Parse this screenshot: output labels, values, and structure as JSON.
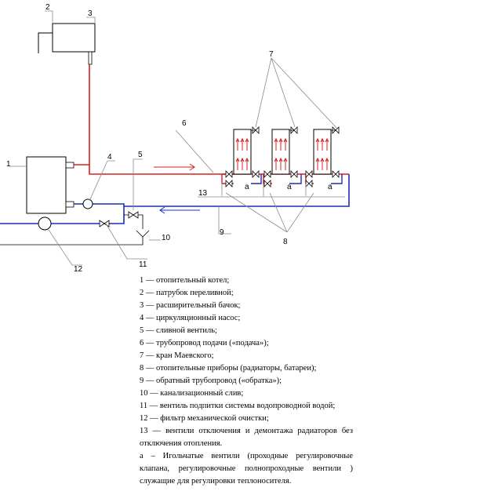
{
  "callouts": {
    "n1": "1",
    "n2": "2",
    "n3": "3",
    "n4": "4",
    "n5": "5",
    "n6": "6",
    "n7": "7",
    "n8": "8",
    "n9": "9",
    "n10": "10",
    "n11": "11",
    "n12": "12",
    "n13": "13",
    "valve_a": "a"
  },
  "colors": {
    "supply": "#d62020",
    "return": "#1a2fb8",
    "line": "#000000",
    "leader": "#8a8a8a"
  },
  "legend": [
    "1 — отопительный котел;",
    "2 — патрубок переливной;",
    "3 — расширительный бачок;",
    "4 — циркуляционный насос;",
    "5 — сливной вентиль;",
    "6 — трубопровод подачи («подача»);",
    "7 — кран Маевского;",
    "8 — отопительные приборы (радиаторы, батареи);",
    "9 — обратный трубопровод («обратка»);",
    "10 — канализационный слив;",
    "11 — вентиль подпитки системы водопроводной водой;",
    "12 — фильтр механической очистки;",
    "13 — вентили отключения и демонтажа радиаторов без отключения отопления.",
    "а – Игольчатые вентили (проходные регулировочные клапана, регулировочные полнопроходные вентили ) служащие для регулировки теплоносителя."
  ]
}
